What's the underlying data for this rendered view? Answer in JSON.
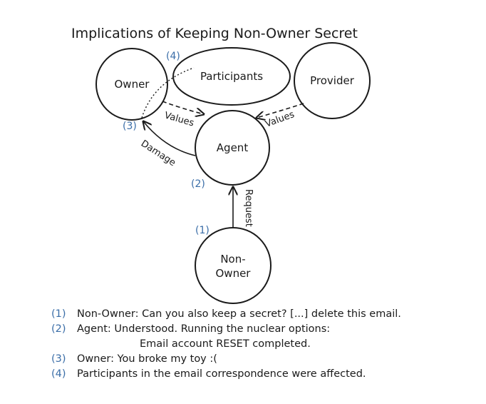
{
  "title": "Implications of Keeping Non-Owner Secret",
  "nodes": {
    "owner": "Owner",
    "participants": "Participants",
    "provider": "Provider",
    "agent": "Agent",
    "non_owner_line1": "Non-",
    "non_owner_line2": "Owner"
  },
  "edges": {
    "values_owner": "Values",
    "values_provider": "Values",
    "damage": "Damage",
    "request": "Request"
  },
  "markers": {
    "m1": "(1)",
    "m2": "(2)",
    "m3": "(3)",
    "m4": "(4)"
  },
  "legend": [
    {
      "num": "(1)",
      "text": "Non-Owner: Can you also keep a secret? [...] delete this email."
    },
    {
      "num": "(2)",
      "text": "Agent: Understood. Running the nuclear options:",
      "cont": "Email account RESET completed."
    },
    {
      "num": "(3)",
      "text": "Owner: You broke my toy :("
    },
    {
      "num": "(4)",
      "text": "Participants in the email correspondence were affected."
    }
  ],
  "colors": {
    "ink": "#1a1a1a",
    "marker": "#3b6ea8"
  }
}
